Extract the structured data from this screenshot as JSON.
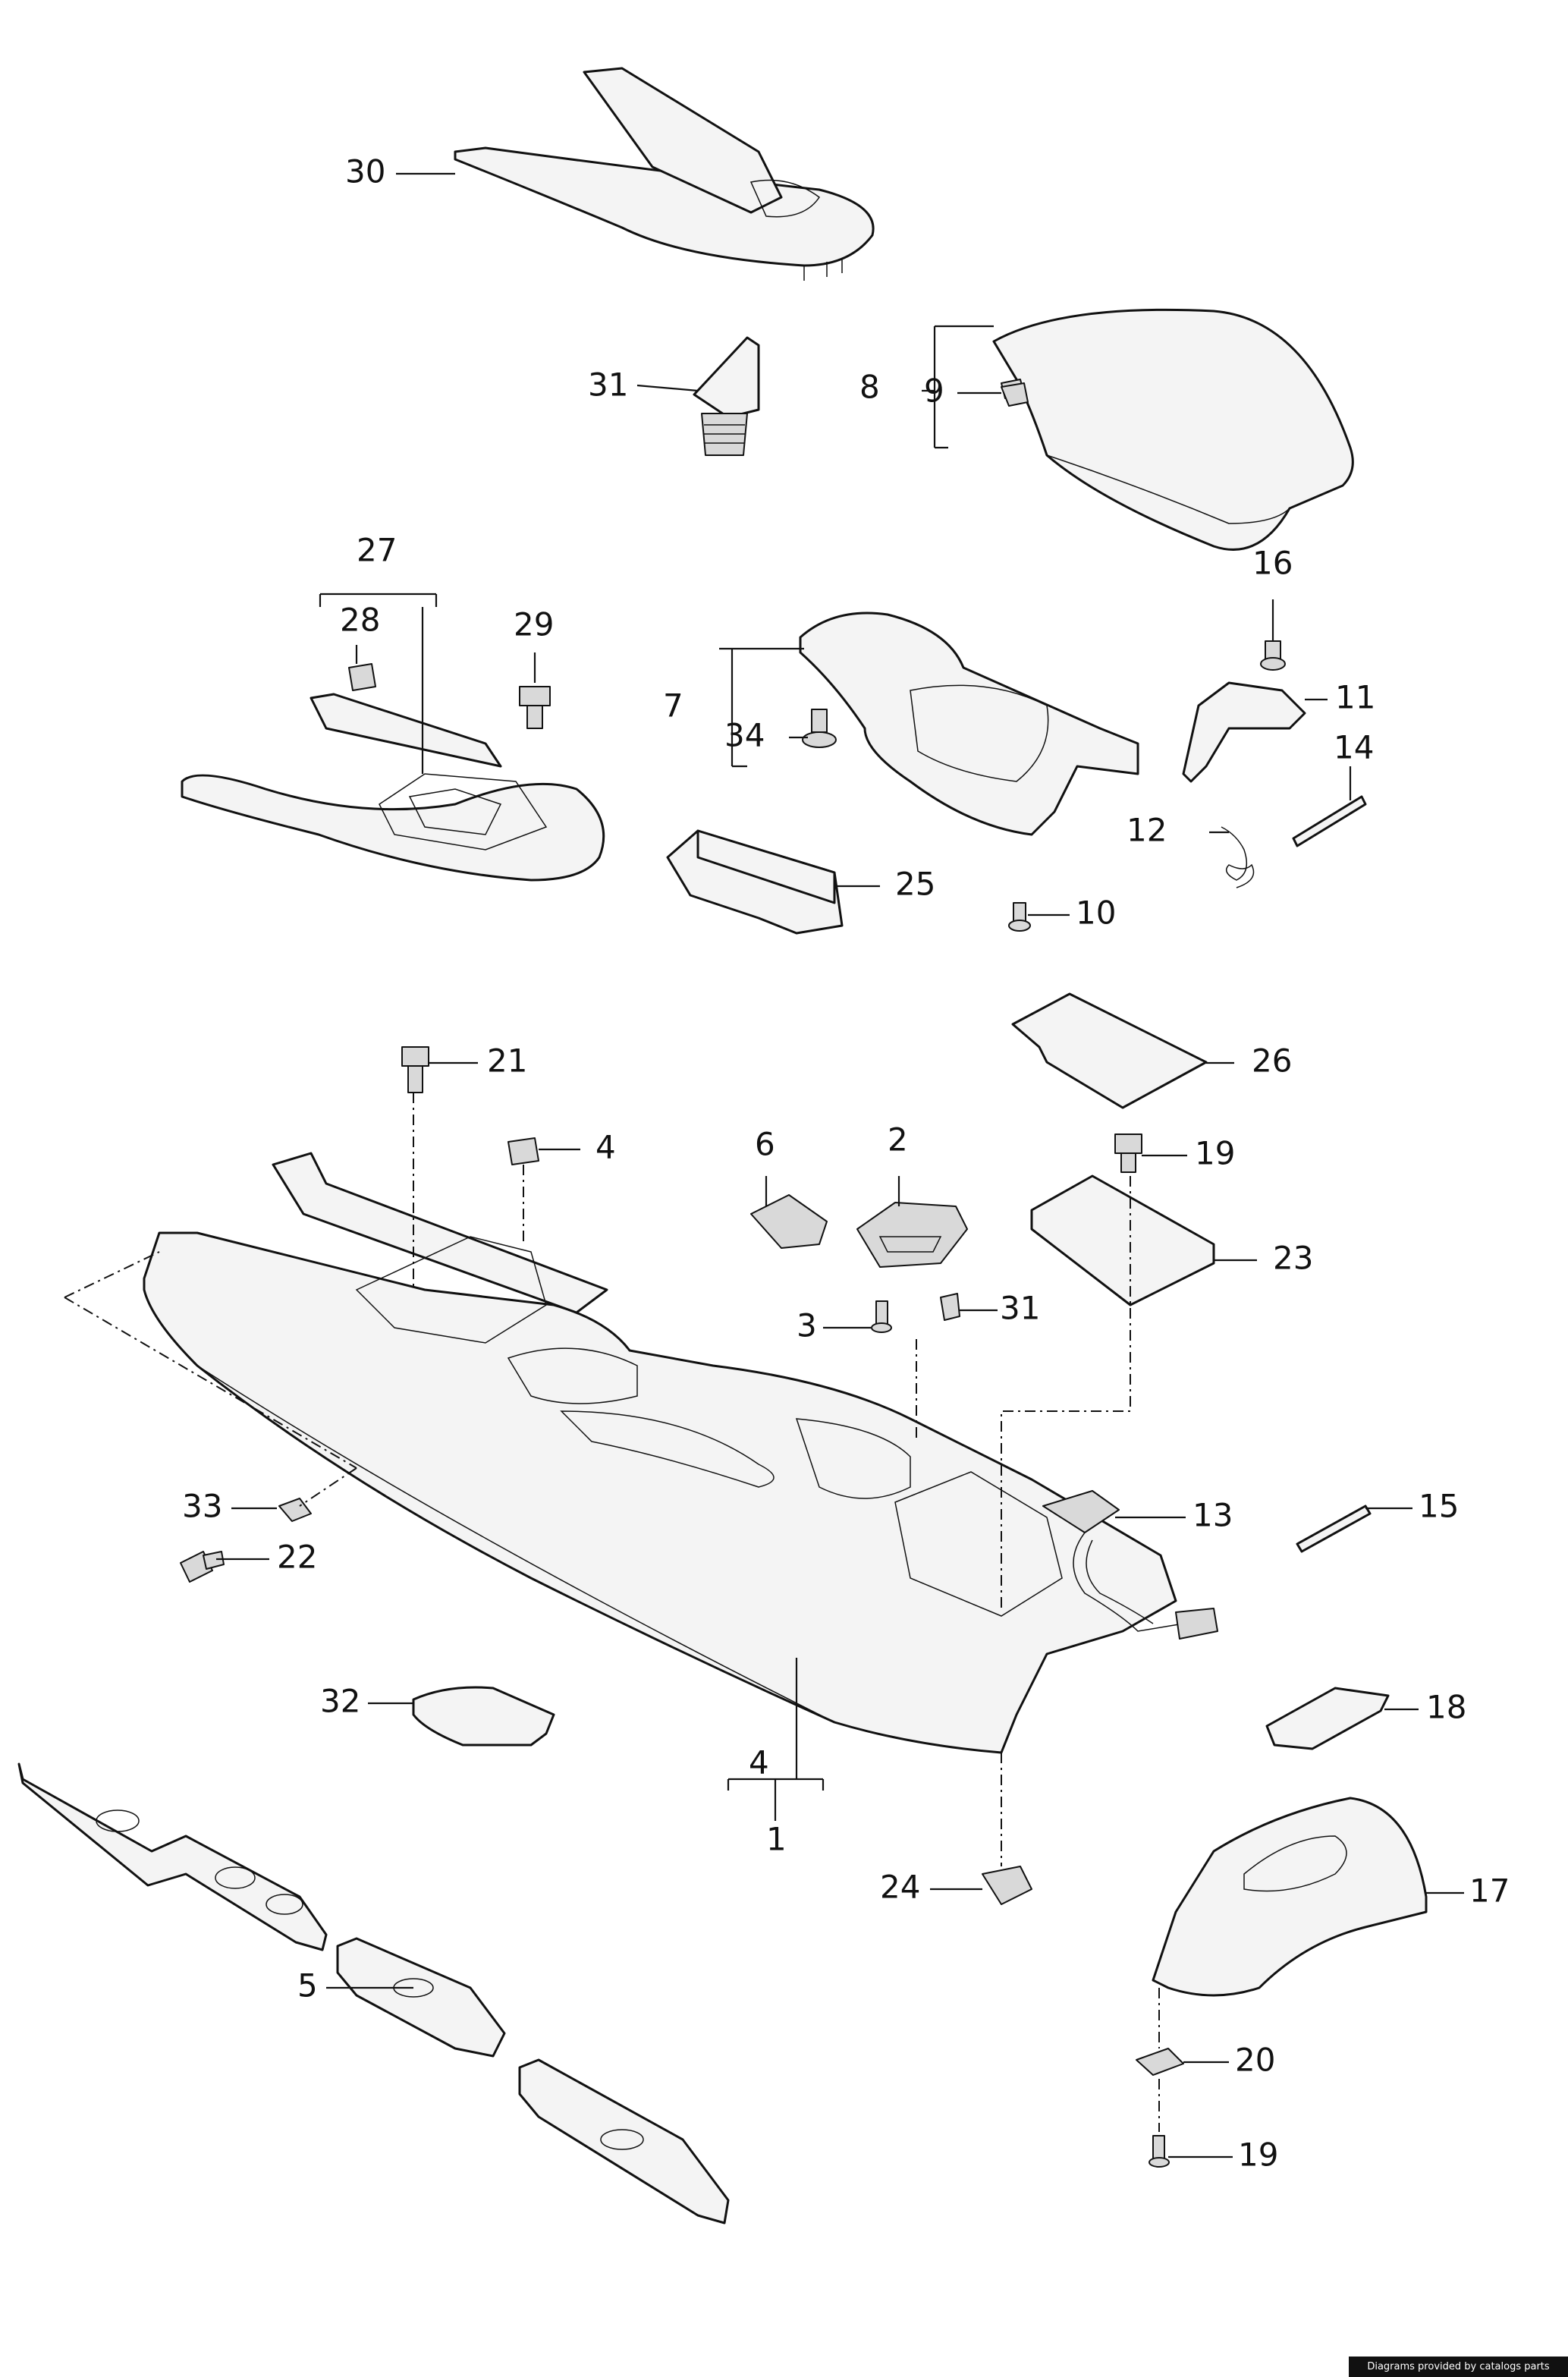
{
  "callouts": {
    "c30": "30",
    "c31a": "31",
    "c8": "8",
    "c9": "9",
    "c27": "27",
    "c28": "28",
    "c29": "29",
    "c16": "16",
    "c7": "7",
    "c34": "34",
    "c11": "11",
    "c14": "14",
    "c12": "12",
    "c25": "25",
    "c10": "10",
    "c26": "26",
    "c21": "21",
    "c4a": "4",
    "c6": "6",
    "c2": "2",
    "c19a": "19",
    "c23": "23",
    "c3": "3",
    "c31b": "31",
    "c33": "33",
    "c22": "22",
    "c13": "13",
    "c15": "15",
    "c32": "32",
    "c18": "18",
    "c4b": "4",
    "c1": "1",
    "c24": "24",
    "c17": "17",
    "c5": "5",
    "c20": "20",
    "c19b": "19"
  },
  "credit": "Diagrams provided by catalogs parts"
}
